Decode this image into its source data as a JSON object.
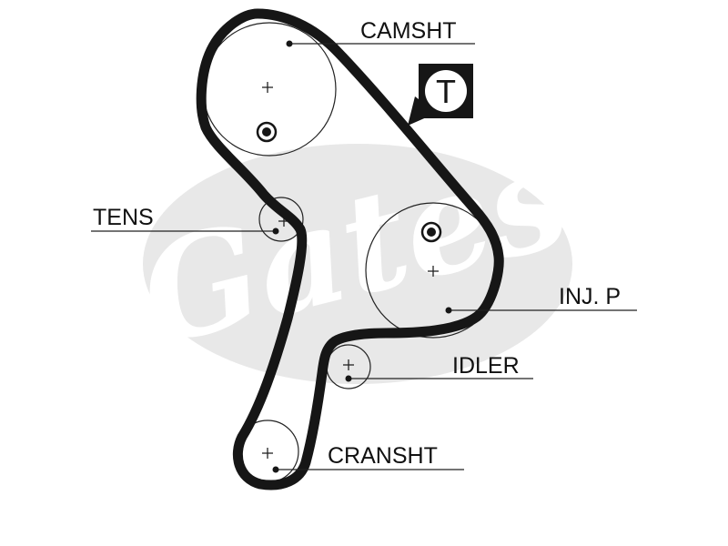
{
  "diagram": {
    "belt_color": "#161616",
    "line_color": "#222222",
    "watermark_color": "#e6e6e6",
    "watermark_text": "Gates",
    "labels": {
      "camshaft": "CAMSHT",
      "tensioner": "TENS",
      "injection_pump": "INJ. P",
      "idler": "IDLER",
      "crankshaft": "CRANSHT"
    },
    "timing_mark_badge": "T"
  }
}
